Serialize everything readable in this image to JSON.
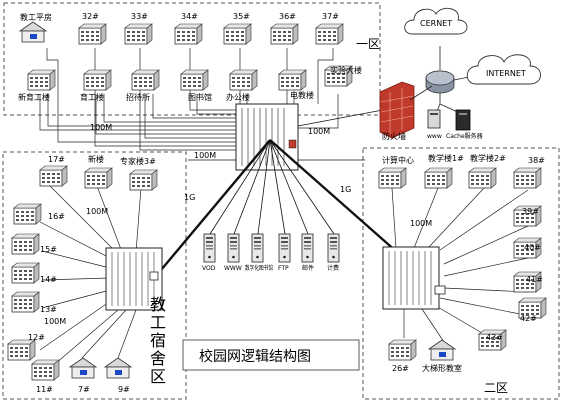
{
  "title": "校园网逻辑结构图",
  "zones": {
    "zone1": "一区",
    "zone2": "二区",
    "dorm": [
      "教",
      "工",
      "宿",
      "舍",
      "区"
    ]
  },
  "clouds": {
    "cernet": "CERNET",
    "internet": "INTERNET"
  },
  "devices": {
    "firewall": "防火墙",
    "www_server": "www",
    "cache_server": "Cache服务器"
  },
  "servers": [
    "VOD",
    "WWW",
    "数字化图书馆",
    "FTP",
    "邮件",
    "计费"
  ],
  "links": {
    "m100": "100M",
    "g1": "1G"
  },
  "zone1_buildings": {
    "row1": [
      "教工平房",
      "32#",
      "33#",
      "34#",
      "35#",
      "36#",
      "37#"
    ],
    "row2": [
      "新育工楼",
      "育工楼",
      "招待所",
      "图书馆",
      "办公楼",
      "电教楼",
      "实验大楼"
    ]
  },
  "dorm_buildings": [
    "17#",
    "新楼",
    "专家楼3#",
    "16#",
    "15#",
    "14#",
    "13#",
    "12#",
    "11#",
    "7#",
    "9#"
  ],
  "zone2_buildings": [
    "计算中心",
    "教学楼1#",
    "教学楼2#",
    "38#",
    "39#",
    "40#",
    "41#",
    "42#",
    "26#",
    "大梯形教室",
    "43#"
  ]
}
